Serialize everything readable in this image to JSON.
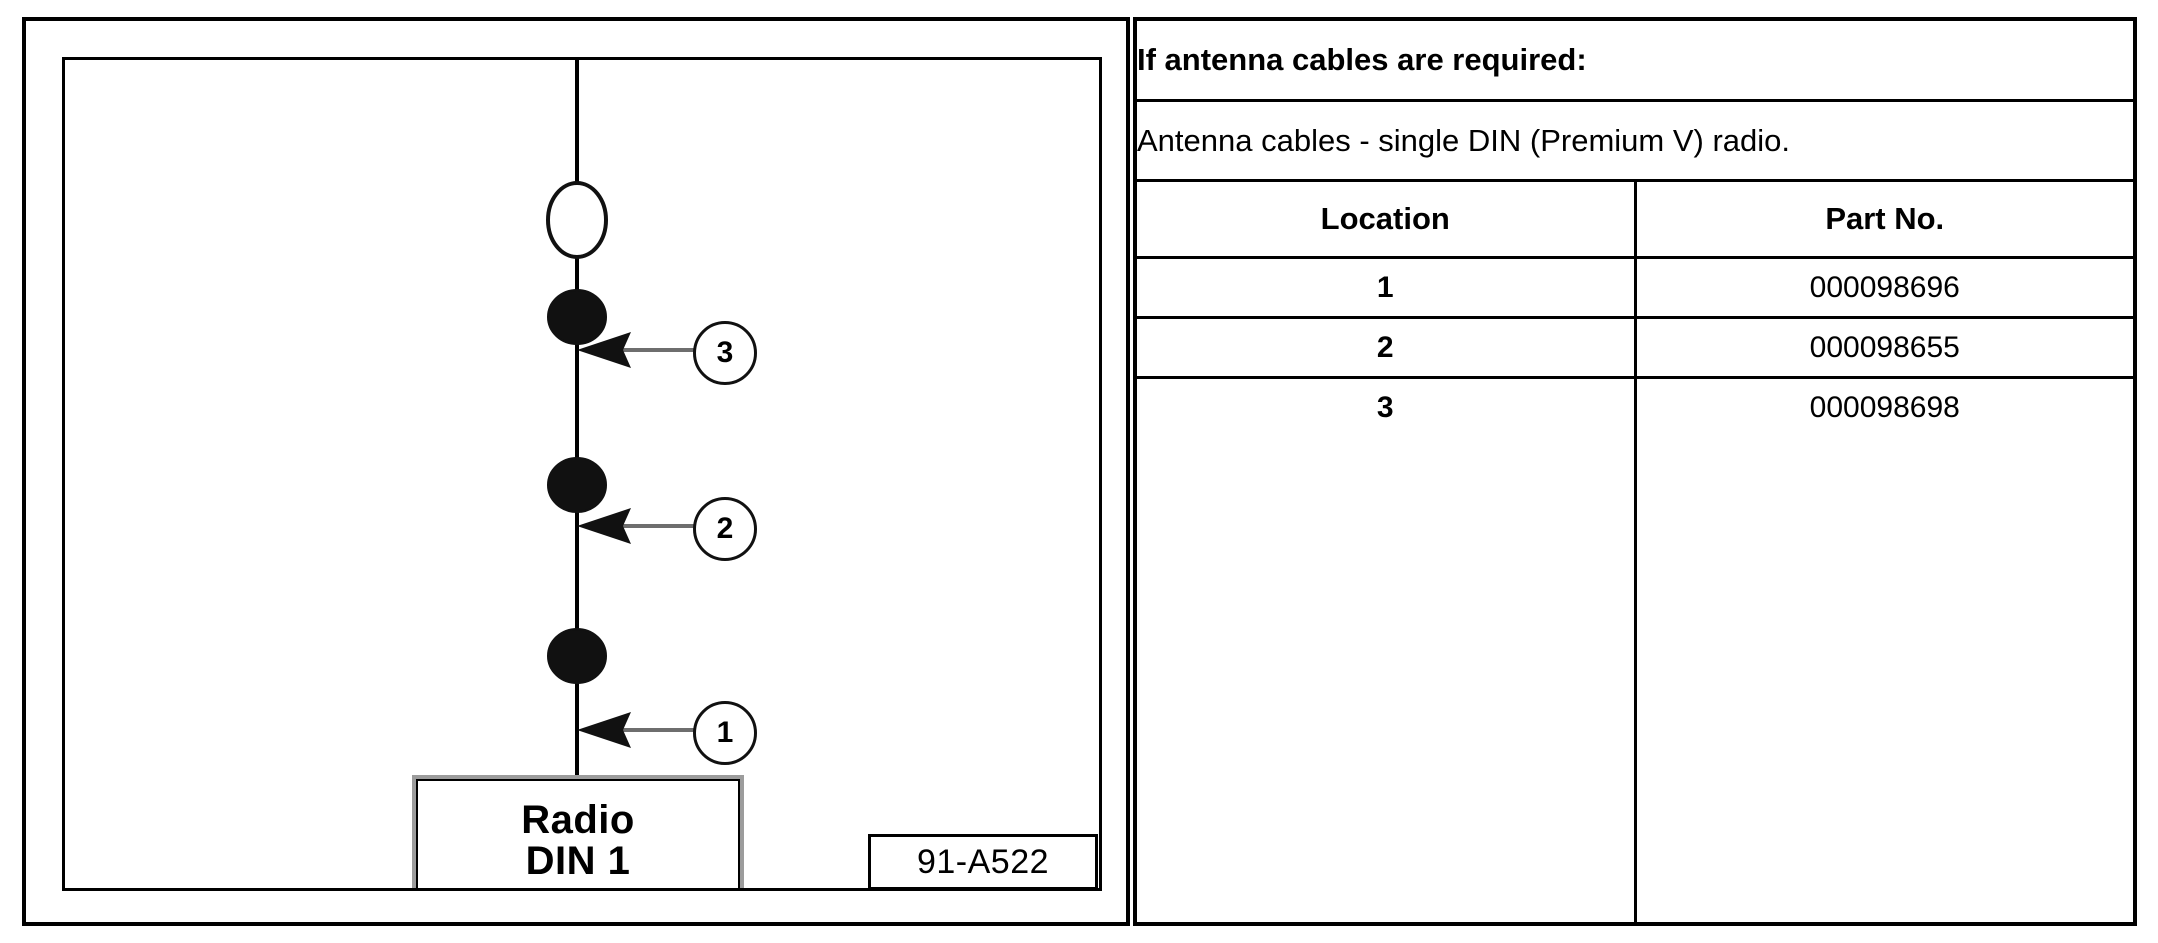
{
  "diagram": {
    "frame_label": "antenna-cable-routing-diagram",
    "component": {
      "line1": "Radio",
      "line2": "DIN 1"
    },
    "reference_code": "91-A522",
    "callouts": [
      {
        "label": "3"
      },
      {
        "label": "2"
      },
      {
        "label": "1"
      }
    ]
  },
  "table": {
    "title": "If antenna cables are required:",
    "subtitle": "Antenna cables - single DIN (Premium V) radio.",
    "columns": [
      "Location",
      "Part No."
    ],
    "rows": [
      {
        "location": "1",
        "part_no": "000098696"
      },
      {
        "location": "2",
        "part_no": "000098655"
      },
      {
        "location": "3",
        "part_no": "000098698"
      }
    ]
  },
  "colors": {
    "ink": "#000000",
    "paper": "#ffffff",
    "shadow": "#9c9c9c",
    "leader": "#6e6e6e"
  }
}
